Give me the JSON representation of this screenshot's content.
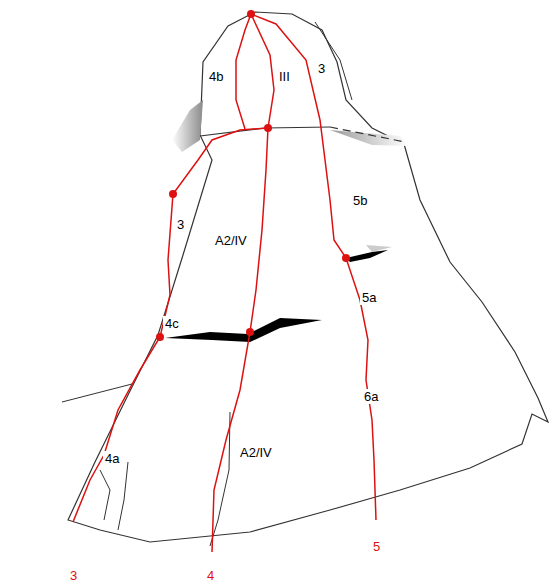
{
  "diagram": {
    "labels": [
      "4b",
      "III",
      "3",
      "5b",
      "3",
      "A2/IV",
      "4c",
      "5a",
      "6a",
      "4a",
      "A2/IV",
      "3",
      "4",
      "5"
    ]
  }
}
